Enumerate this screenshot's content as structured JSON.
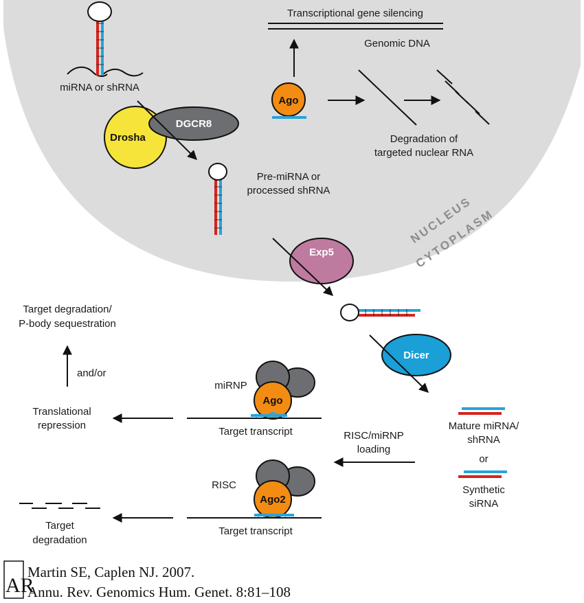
{
  "colors": {
    "nucleus": "#dcdcdc",
    "red_strand": "#d7231e",
    "blue_strand": "#29a3d8",
    "drosha": "#f6e43a",
    "dgcr8": "#6d6e71",
    "ago": "#f28c13",
    "exp5": "#bf7aa0",
    "dicer": "#1a9fd7",
    "protein_gray": "#6d6e71",
    "zone_label": "#8c8c8c"
  },
  "labels": {
    "mirna_or_shrna": "miRNA or shRNA",
    "transcriptional_silencing": "Transcriptional gene silencing",
    "genomic_dna": "Genomic DNA",
    "degradation_nuclear_1": "Degradation of",
    "degradation_nuclear_2": "targeted nuclear RNA",
    "pre_mirna_1": "Pre-miRNA or",
    "pre_mirna_2": "processed shRNA",
    "nucleus": "NUCLEUS",
    "cytoplasm": "CYTOPLASM",
    "target_degradation_pbody_1": "Target degradation/",
    "target_degradation_pbody_2": "P-body sequestration",
    "and_or": "and/or",
    "mirnp": "miRNP",
    "translational_repression_1": "Translational",
    "translational_repression_2": "repression",
    "target_transcript_1": "Target transcript",
    "risc_loading_1": "RISC/miRNP",
    "risc_loading_2": "loading",
    "mature_1": "Mature miRNA/",
    "mature_2": "shRNA",
    "or": "or",
    "synthetic_1": "Synthetic",
    "synthetic_2": "siRNA",
    "risc": "RISC",
    "target_transcript_2": "Target transcript",
    "target_degradation_1": "Target",
    "target_degradation_2": "degradation"
  },
  "proteins": {
    "drosha": "Drosha",
    "dgcr8": "DGCR8",
    "ago_nucleus": "Ago",
    "exp5": "Exp5",
    "dicer": "Dicer",
    "ago_mirnp": "Ago",
    "ago2_risc": "Ago2"
  },
  "citation": {
    "logo": "AR",
    "line1": "Martin SE, Caplen NJ. 2007.",
    "line2": "Annu. Rev. Genomics Hum. Genet. 8:81–108"
  }
}
